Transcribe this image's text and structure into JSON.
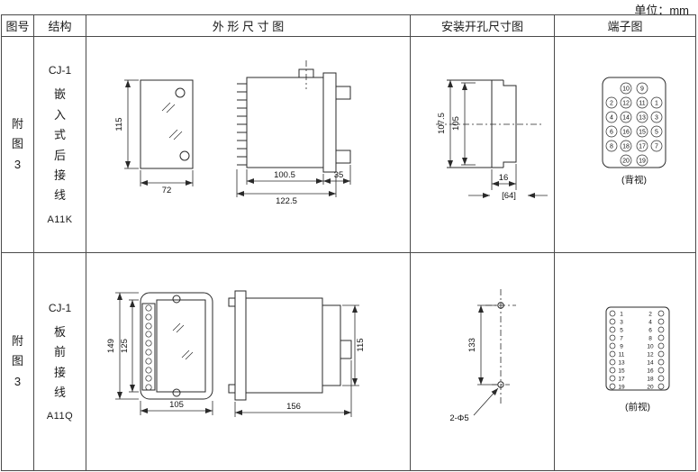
{
  "unit_label": "单位：mm",
  "header": {
    "figure_no": "图号",
    "structure": "结构",
    "outline": "外 形 尺 寸 图",
    "install": "安装开孔尺寸图",
    "terminal": "端子图"
  },
  "row1": {
    "figure_label": "附图3",
    "structure_model": "CJ-1",
    "structure_desc": "嵌入式后接线",
    "structure_code": "A11K",
    "outline": {
      "front_height": "115",
      "front_width": "72",
      "depth_body": "100.5",
      "depth_total": "122.5",
      "depth_rear": "35"
    },
    "install": {
      "height_outer": "107.5",
      "height_inner": "105",
      "width_rear": "16",
      "width_total": "[64]"
    },
    "terminal": {
      "view_label": "(背视)",
      "top": [
        "10",
        "9"
      ],
      "grid": [
        [
          "2",
          "12",
          "11",
          "1"
        ],
        [
          "4",
          "14",
          "13",
          "3"
        ],
        [
          "6",
          "16",
          "15",
          "5"
        ],
        [
          "8",
          "18",
          "17",
          "7"
        ]
      ],
      "bottom": [
        "20",
        "19"
      ]
    }
  },
  "row2": {
    "figure_label": "附图3",
    "structure_model": "CJ-1",
    "structure_desc": "板前接线",
    "structure_code": "A11Q",
    "outline": {
      "front_height_outer": "149",
      "front_height_inner": "125",
      "front_width": "105",
      "side_width": "156",
      "side_height": "115"
    },
    "install": {
      "hole_spacing": "133",
      "hole_note": "2-Φ5"
    },
    "terminal": {
      "view_label": "(前视)",
      "rows": [
        [
          "1",
          "2"
        ],
        [
          "3",
          "4"
        ],
        [
          "5",
          "6"
        ],
        [
          "7",
          "8"
        ],
        [
          "9",
          "10"
        ],
        [
          "11",
          "12"
        ],
        [
          "13",
          "14"
        ],
        [
          "15",
          "16"
        ],
        [
          "17",
          "18"
        ],
        [
          "19",
          "20"
        ]
      ]
    }
  }
}
